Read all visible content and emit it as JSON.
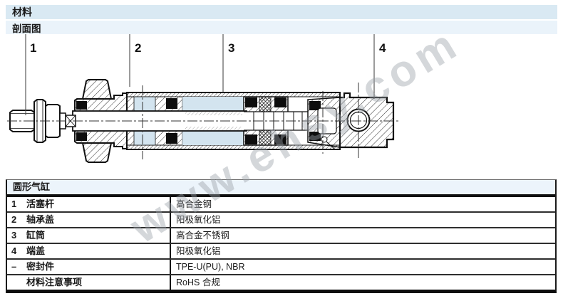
{
  "header": {
    "title": "材料",
    "subtitle": "剖面图",
    "title_bg": "#d9e9f3",
    "subtitle_bg": "#eaf3fa"
  },
  "watermark": {
    "text": "www.ehsy.com"
  },
  "diagram": {
    "type": "cross-section-drawing",
    "subject": "round pneumatic cylinder",
    "bore_color": "#d3e4ef",
    "callouts": [
      {
        "label": "1"
      },
      {
        "label": "2"
      },
      {
        "label": "3"
      },
      {
        "label": "4"
      }
    ]
  },
  "table": {
    "title": "圆形气缸",
    "rows": [
      {
        "no": "1",
        "part": "活塞杆",
        "material": "高合金钢"
      },
      {
        "no": "2",
        "part": "轴承盖",
        "material": "阳极氧化铝"
      },
      {
        "no": "3",
        "part": "缸筒",
        "material": "高合金不锈钢"
      },
      {
        "no": "4",
        "part": "端盖",
        "material": "阳极氧化铝"
      },
      {
        "no": "–",
        "part": "密封件",
        "material": "TPE-U(PU), NBR"
      },
      {
        "no": "",
        "part": "材料注意事项",
        "material": "RoHS 合规"
      }
    ]
  }
}
